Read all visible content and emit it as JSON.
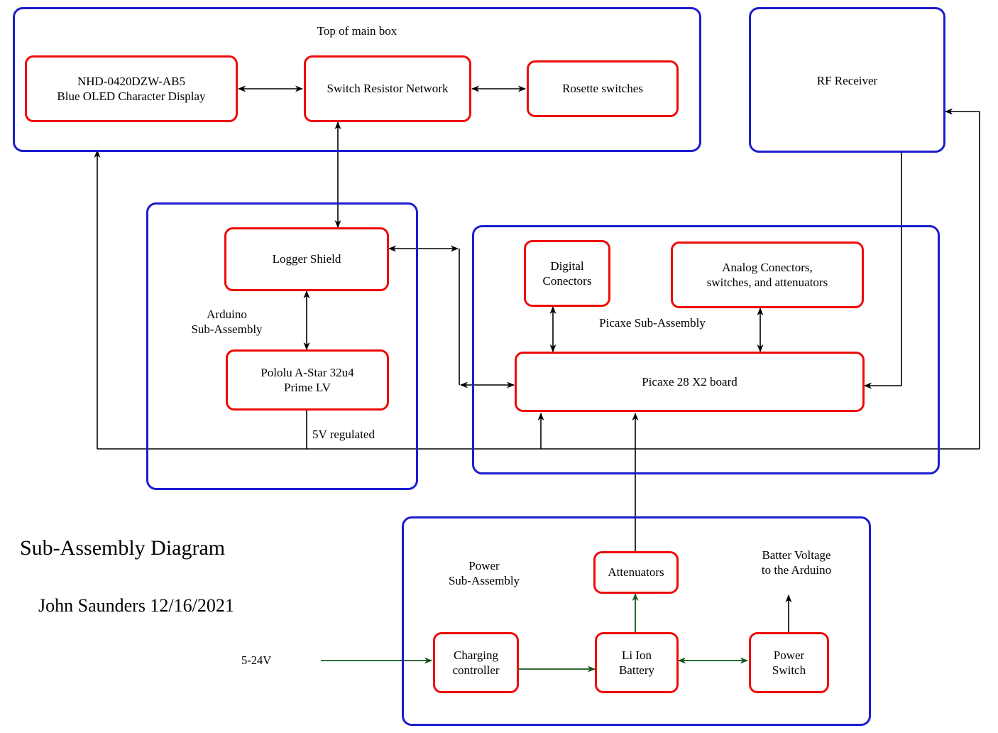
{
  "diagram": {
    "title": "Sub-Assembly Diagram",
    "author_date": "John Saunders 12/16/2021",
    "colors": {
      "group_border": "#1d1dcf",
      "block_border": "#ee0b07",
      "wire": "#000000",
      "power_wire": "#14571a",
      "text": "#000000",
      "background": "#ffffff"
    }
  },
  "groups": {
    "top_main_box": {
      "label": "Top of main box"
    },
    "rf_receiver": {
      "label": "RF Receiver"
    },
    "arduino": {
      "label": "Arduino\nSub-Assembly"
    },
    "picaxe": {
      "label": "Picaxe Sub-Assembly"
    },
    "power": {
      "label": "Power\nSub-Assembly"
    }
  },
  "blocks": {
    "oled_display": {
      "line1": "NHD-0420DZW-AB5",
      "line2": "Blue OLED Character  Display"
    },
    "switch_resistor_network": {
      "label": "Switch Resistor Network"
    },
    "rosette_switches": {
      "label": "Rosette switches"
    },
    "logger_shield": {
      "label": "Logger Shield"
    },
    "pololu": {
      "line1": "Pololu A-Star 32u4",
      "line2": "Prime LV"
    },
    "digital_conectors": {
      "line1": "Digital",
      "line2": "Conectors"
    },
    "analog_conectors": {
      "line1": "Analog Conectors,",
      "line2": "switches, and attenuators"
    },
    "picaxe_board": {
      "label": "Picaxe 28 X2 board"
    },
    "attenuators": {
      "label": "Attenuators"
    },
    "charging_controller": {
      "line1": "Charging",
      "line2": "controller"
    },
    "li_ion_battery": {
      "line1": "Li Ion",
      "line2": "Battery"
    },
    "power_switch": {
      "line1": "Power",
      "line2": "Switch"
    }
  },
  "annotations": {
    "five_v_regulated": "5V regulated",
    "battery_voltage": "Batter Voltage\nto the Arduino",
    "input_voltage": "5-24V"
  },
  "connections": [
    {
      "from": "oled_display",
      "to": "switch_resistor_network",
      "style": "double-arrow",
      "color": "#000000"
    },
    {
      "from": "switch_resistor_network",
      "to": "rosette_switches",
      "style": "double-arrow",
      "color": "#000000"
    },
    {
      "from": "logger_shield",
      "to": "switch_resistor_network",
      "style": "double-arrow",
      "color": "#000000"
    },
    {
      "from": "logger_shield",
      "to": "pololu",
      "style": "double-arrow",
      "color": "#000000"
    },
    {
      "from": "logger_shield",
      "to": "picaxe_board",
      "style": "double-arrow",
      "color": "#000000"
    },
    {
      "from": "digital_conectors",
      "to": "picaxe_board",
      "style": "double-arrow",
      "color": "#000000"
    },
    {
      "from": "analog_conectors",
      "to": "picaxe_board",
      "style": "double-arrow",
      "color": "#000000"
    },
    {
      "from": "pololu",
      "to": "top_main_box",
      "style": "arrow",
      "label": "5V regulated",
      "color": "#000000"
    },
    {
      "from": "pololu",
      "to": "picaxe_board",
      "style": "arrow",
      "label": "5V regulated",
      "color": "#000000"
    },
    {
      "from": "rf_receiver",
      "to": "picaxe_board",
      "style": "arrow",
      "color": "#000000"
    },
    {
      "from": "power_switch",
      "to": "rf_receiver",
      "style": "arrow",
      "label": "Batter Voltage to the Arduino",
      "color": "#000000"
    },
    {
      "from": "attenuators",
      "to": "picaxe_board",
      "style": "arrow",
      "color": "#000000"
    },
    {
      "from": "input_voltage",
      "to": "charging_controller",
      "style": "arrow",
      "color": "#14571a"
    },
    {
      "from": "charging_controller",
      "to": "li_ion_battery",
      "style": "arrow",
      "color": "#14571a"
    },
    {
      "from": "li_ion_battery",
      "to": "power_switch",
      "style": "double-arrow",
      "color": "#14571a"
    },
    {
      "from": "li_ion_battery",
      "to": "attenuators",
      "style": "arrow",
      "color": "#14571a"
    }
  ]
}
